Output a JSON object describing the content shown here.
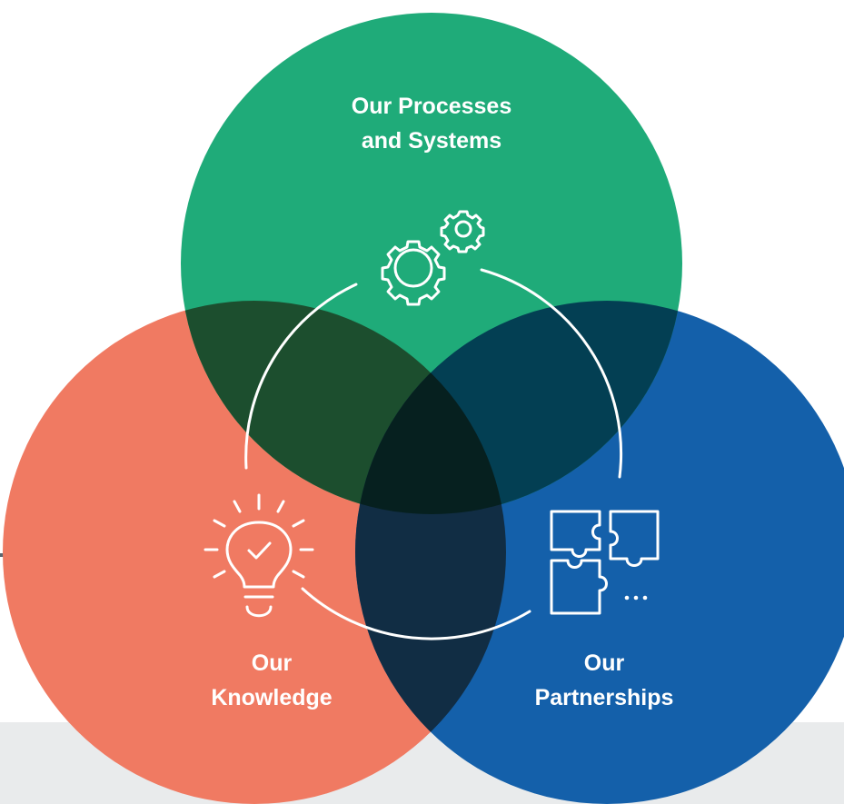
{
  "colors": {
    "green": "#1fab79",
    "coral": "#f07a62",
    "blue": "#1460aa",
    "green_coral": "#1c4e2e",
    "green_blue": "#033f53",
    "coral_blue": "#112d44",
    "center": "#06201f",
    "background_band": "#e9ebec",
    "divider": "#5a6670",
    "line": "#ffffff"
  },
  "circles": {
    "processes": {
      "label_line1": "Our Processes",
      "label_line2": "and Systems",
      "icon": "gears-icon"
    },
    "knowledge": {
      "label_line1": "Our",
      "label_line2": "Knowledge",
      "icon": "lightbulb-check-icon"
    },
    "partnerships": {
      "label_line1": "Our",
      "label_line2": "Partnerships",
      "icon": "puzzle-pieces-icon"
    }
  }
}
